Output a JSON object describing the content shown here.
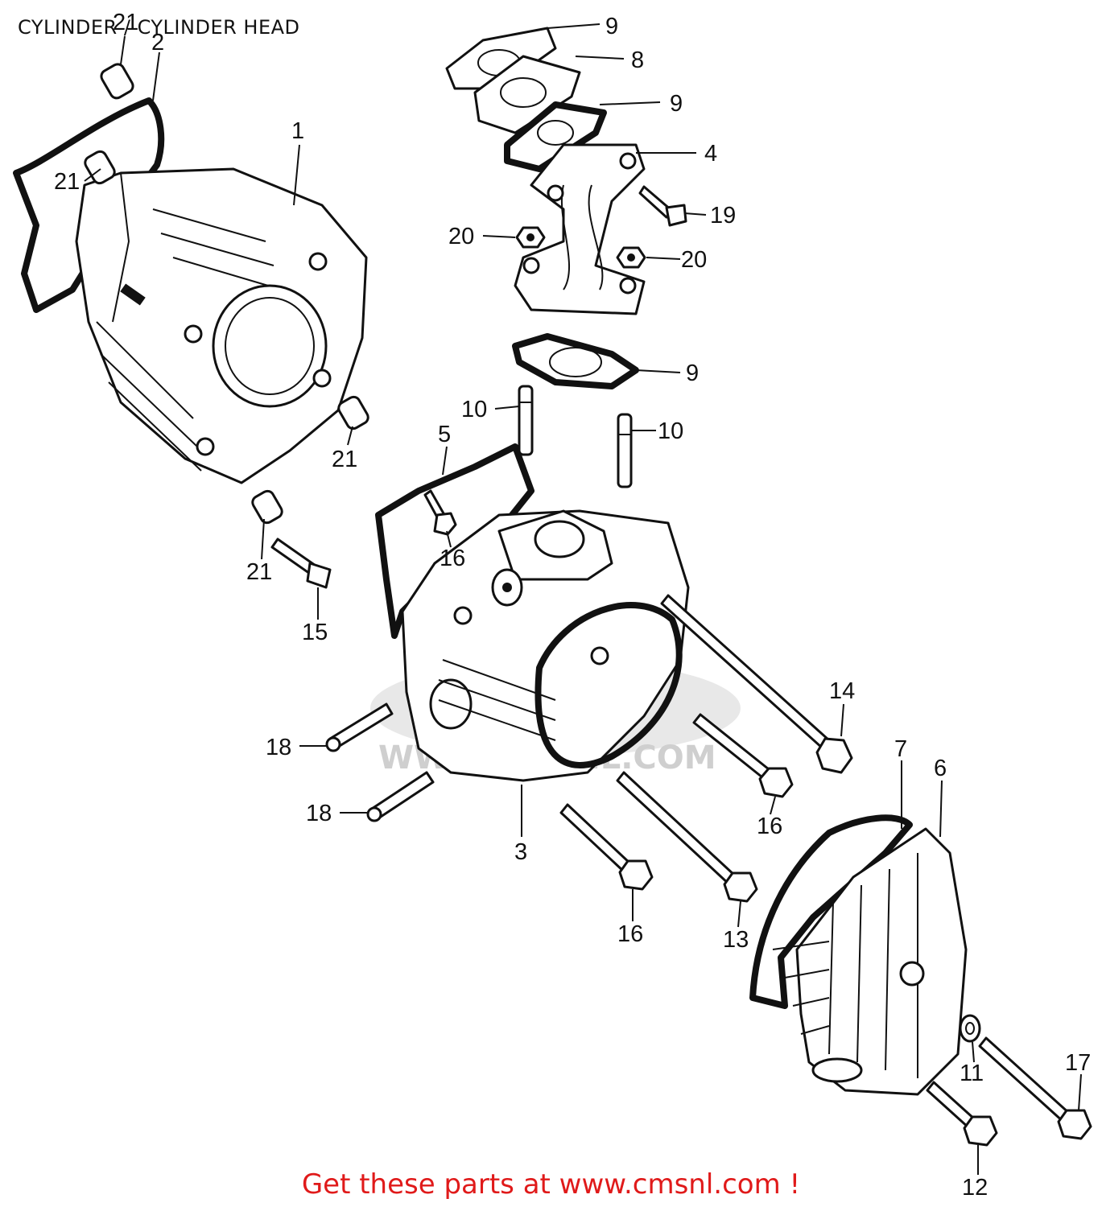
{
  "title": "CYLINDER / CYLINDER HEAD",
  "footer": "Get these parts at www.cmsnl.com !",
  "watermark": "WWW.CMSNL.COM",
  "callouts": [
    "21",
    "2",
    "1",
    "21",
    "9",
    "8",
    "9",
    "4",
    "19",
    "20",
    "20",
    "9",
    "10",
    "10",
    "5",
    "21",
    "16",
    "21",
    "15",
    "14",
    "18",
    "18",
    "3",
    "16",
    "16",
    "13",
    "7",
    "6",
    "11",
    "17",
    "12"
  ],
  "colors": {
    "footer": "#e01a1a",
    "ink": "#111111"
  }
}
